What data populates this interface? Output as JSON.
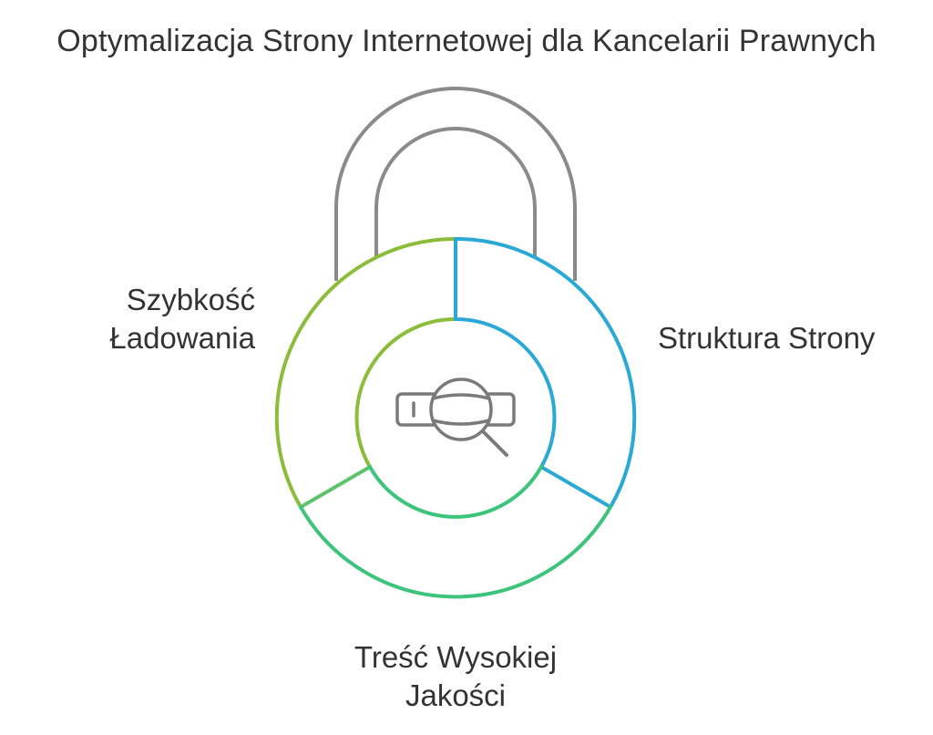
{
  "title": "Optymalizacja Strony Internetowej dla Kancelarii Prawnych",
  "segments": [
    {
      "id": "speed",
      "lines": [
        "Szybkość",
        "Ładowania"
      ],
      "color": "#8bbd3a"
    },
    {
      "id": "structure",
      "lines": [
        "Struktura Strony"
      ],
      "color": "#2aa8d6"
    },
    {
      "id": "content",
      "lines": [
        "Treść Wysokiej",
        "Jakości"
      ],
      "color": "#3cc47a"
    }
  ],
  "colors": {
    "shackle": "#8a8a8a",
    "icon": "#7a7a7a",
    "text": "#333333"
  },
  "center_icon": "search-magnifier-over-tag-icon"
}
